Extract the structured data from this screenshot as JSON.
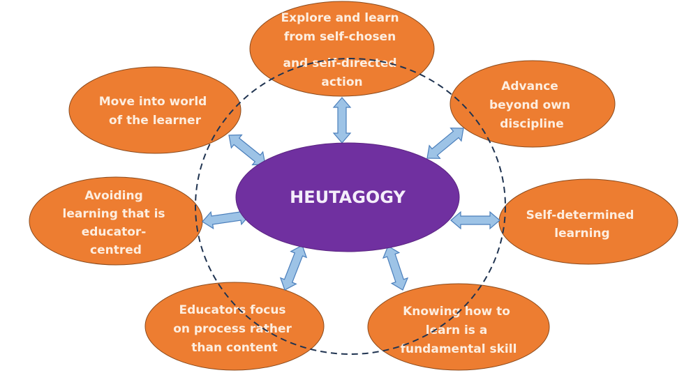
{
  "colors": {
    "center_fill": "#7030a0",
    "node_fill": "#ed7d31",
    "node_text": "#fdeee0",
    "arrow_fill": "#9dc3e6",
    "arrow_stroke": "#4a7ebb",
    "dashed_circle": "#1f3350"
  },
  "center": {
    "label": "HEUTAGOGY"
  },
  "nodes": [
    {
      "id": "top",
      "lines": [
        "Explore and learn",
        "from self-chosen",
        "and self-directed",
        "action"
      ]
    },
    {
      "id": "top-right",
      "lines": [
        "Advance",
        "beyond own",
        "discipline"
      ]
    },
    {
      "id": "right",
      "lines": [
        "Self-determined",
        "learning"
      ]
    },
    {
      "id": "bottom-right",
      "lines": [
        "Knowing how to",
        "learn is a",
        "fundamental skill"
      ]
    },
    {
      "id": "bottom-left",
      "lines": [
        "Educators focus",
        "on process rather",
        "than content"
      ]
    },
    {
      "id": "left",
      "lines": [
        "Avoiding",
        "learning that is",
        "educator-",
        "centred"
      ]
    },
    {
      "id": "top-left",
      "lines": [
        "Move into world",
        "of the learner"
      ]
    }
  ]
}
